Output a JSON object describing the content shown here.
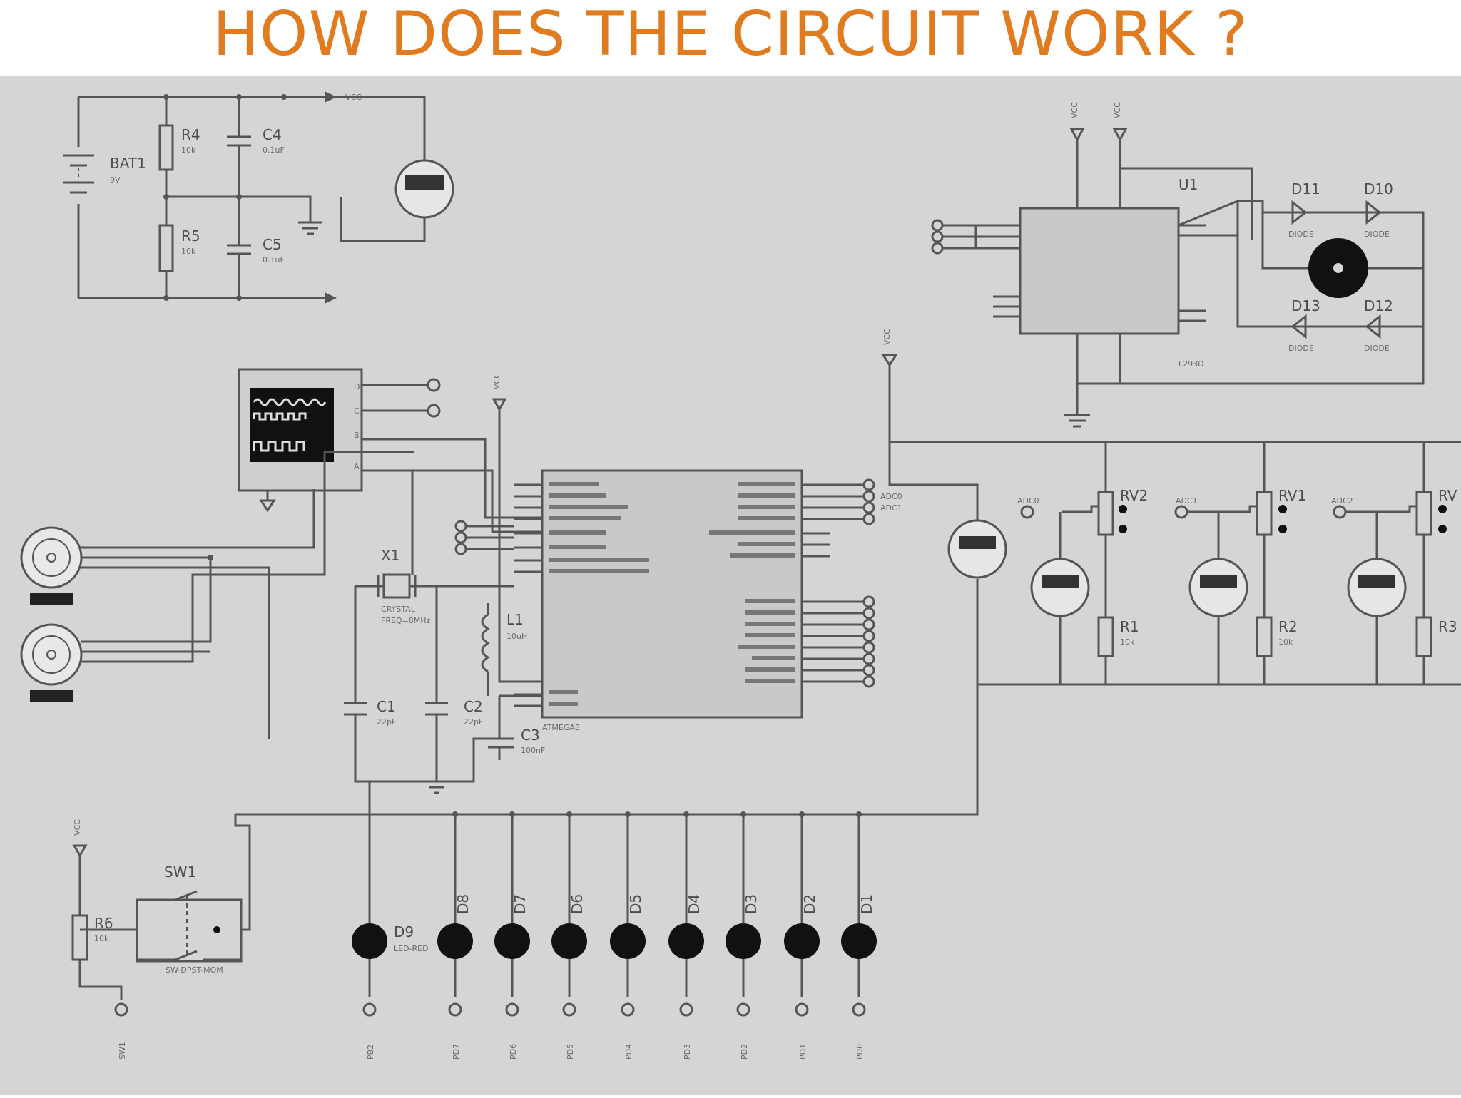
{
  "title": "HOW DOES THE CIRCUIT WORK ?",
  "labels": {
    "bat1": "BAT1",
    "bat1_val": "9V",
    "r4": "R4",
    "r4_val": "10k",
    "r5": "R5",
    "r5_val": "10k",
    "c4": "C4",
    "c4_val": "0.1uF",
    "c5": "C5",
    "c5_val": "0.1uF",
    "vcc": "VCC",
    "u1": "U1",
    "u1_part": "L293D",
    "d11": "D11",
    "d10": "D10",
    "d13": "D13",
    "d12": "D12",
    "diode": "DIODE",
    "x1": "X1",
    "crystal": "CRYSTAL",
    "crystal_val": "FREQ=8MHz",
    "l1": "L1",
    "l1_val": "10uH",
    "c1": "C1",
    "c1_val": "22pF",
    "c2": "C2",
    "c2_val": "22pF",
    "c3": "C3",
    "c3_val": "100nF",
    "mcu": "ATMEGA8",
    "rv2": "RV2",
    "rv1": "RV1",
    "rv3": "RV",
    "r1": "R1",
    "r2": "R2",
    "r3": "R3",
    "r_val": "10k",
    "adc0": "ADC0",
    "adc1": "ADC1",
    "adc2": "ADC2",
    "sw1": "SW1",
    "sw1_part": "SW-DPST-MOM",
    "r6": "R6",
    "r6_val": "10k",
    "d9": "D9",
    "d9_part": "LED-RED",
    "leds": [
      "D8",
      "D7",
      "D6",
      "D5",
      "D4",
      "D3",
      "D2",
      "D1"
    ],
    "bottom_ports": [
      "SW1",
      "PB2",
      "PD7",
      "PD6",
      "PD5",
      "PD4",
      "PD3",
      "PD2",
      "PD1",
      "PD0"
    ],
    "scope_ch": [
      "D",
      "C",
      "B",
      "A"
    ]
  }
}
